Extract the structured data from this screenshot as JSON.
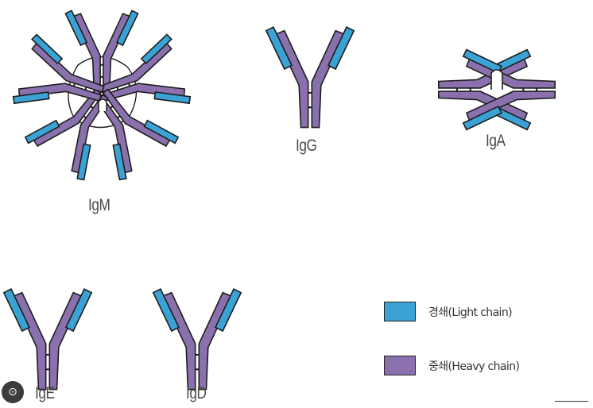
{
  "labels": {
    "igm": "IgM",
    "igg": "IgG",
    "iga": "IgA",
    "ige": "IgE",
    "igd": "IgD"
  },
  "legend": {
    "light": "경쇄(Light chain)",
    "heavy": "중쇄(Heavy chain)"
  },
  "colors": {
    "light": "#3aa2d4",
    "heavy": "#8a71ad",
    "outline": "#1e1e1e"
  },
  "icons": {
    "lens": "google-lens-icon"
  }
}
